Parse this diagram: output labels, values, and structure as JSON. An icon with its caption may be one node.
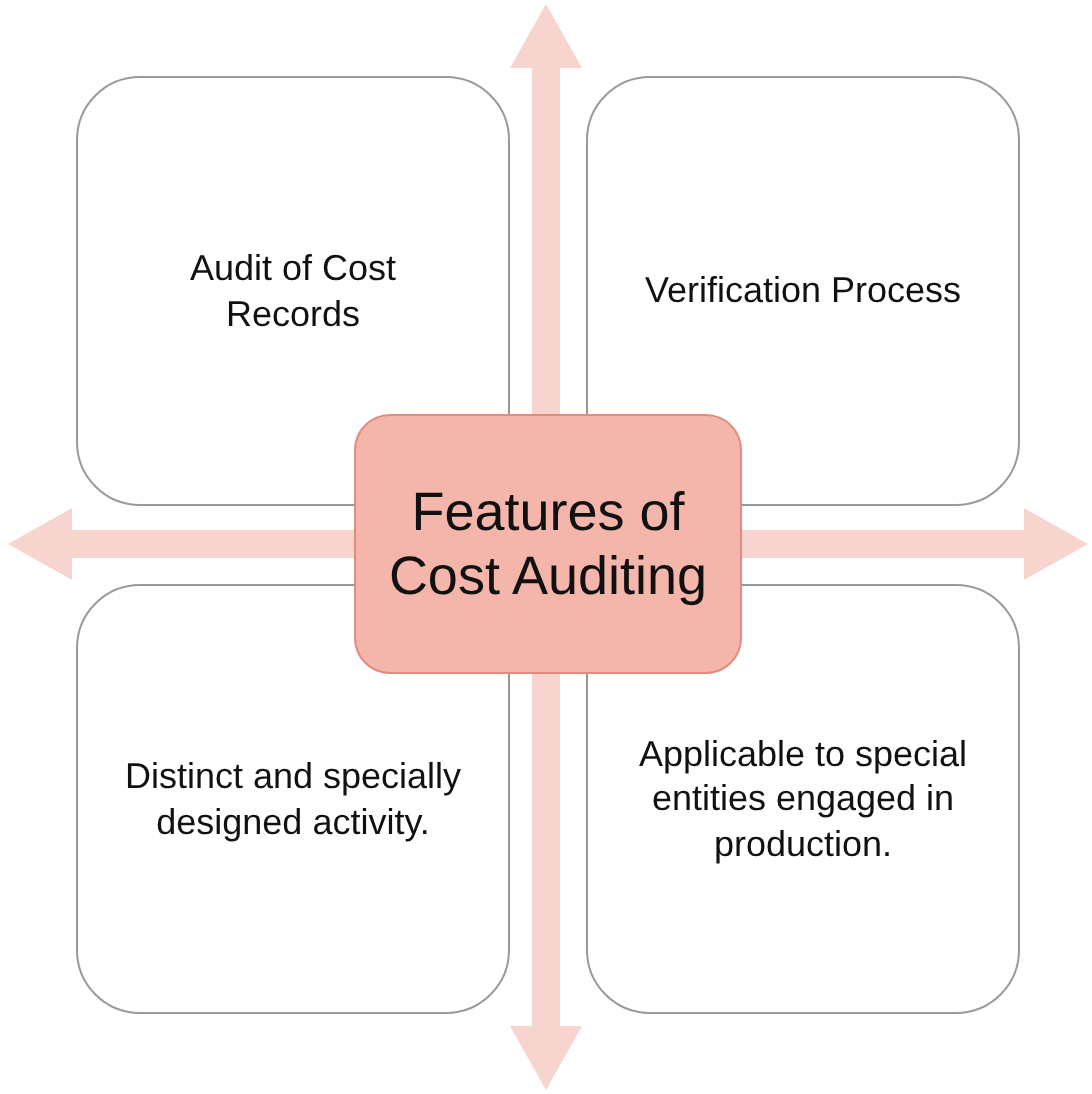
{
  "diagram": {
    "nodes": [
      {
        "text": [
          "Audit of Cost Records"
        ]
      },
      {
        "text": [
          "Verification Process"
        ]
      },
      {
        "text": [
          "Features of Cost Auditing"
        ]
      },
      {
        "text": [
          "Distinct and specially designed activity."
        ]
      },
      {
        "text": [
          "Applicable to special entities engaged in production."
        ]
      }
    ]
  }
}
